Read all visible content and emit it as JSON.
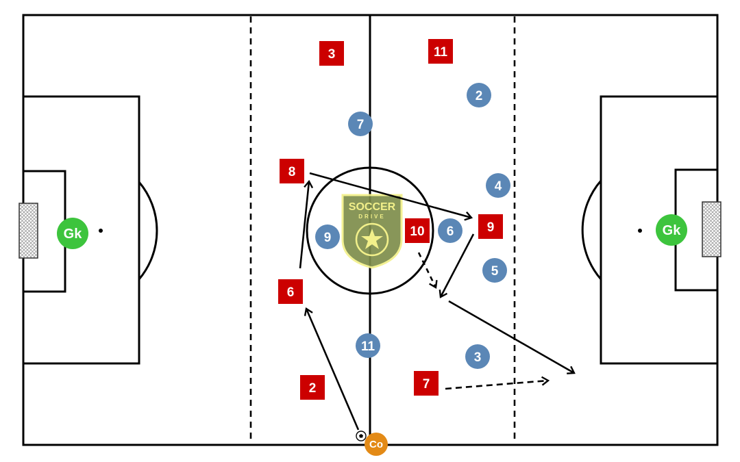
{
  "colors": {
    "red_team": "#cc0000",
    "blue_team": "#5b87b6",
    "goalkeeper": "#3dc43d",
    "coach": "#e38a16",
    "lines": "#000000",
    "logo": "#f2f08a"
  },
  "logo": {
    "line1": "SOCCER",
    "line2": "DRIVE"
  },
  "red_players": [
    {
      "number": "3"
    },
    {
      "number": "11"
    },
    {
      "number": "8"
    },
    {
      "number": "10"
    },
    {
      "number": "9"
    },
    {
      "number": "6"
    },
    {
      "number": "2"
    },
    {
      "number": "7"
    }
  ],
  "blue_players": [
    {
      "number": "2"
    },
    {
      "number": "7"
    },
    {
      "number": "4"
    },
    {
      "number": "9"
    },
    {
      "number": "6"
    },
    {
      "number": "5"
    },
    {
      "number": "11"
    },
    {
      "number": "3"
    }
  ],
  "goalkeepers": [
    {
      "label": "Gk"
    },
    {
      "label": "Gk"
    }
  ],
  "coach": {
    "label": "Co"
  },
  "icons": {
    "ball": "soccer-ball-icon",
    "logo": "soccer-drive-logo"
  },
  "arrows": [
    {
      "from": "coach ball",
      "to": "red 6",
      "style": "solid"
    },
    {
      "from": "red 6",
      "to": "red 8",
      "style": "solid"
    },
    {
      "from": "red 8",
      "to": "red 9",
      "style": "solid"
    },
    {
      "from": "red 9",
      "to": "center-right space",
      "style": "solid"
    },
    {
      "from": "red 10",
      "to": "center-right space",
      "style": "dashed"
    },
    {
      "from": "center-right space",
      "to": "right box edge",
      "style": "solid"
    },
    {
      "from": "red 7",
      "to": "right flank",
      "style": "dashed"
    }
  ]
}
